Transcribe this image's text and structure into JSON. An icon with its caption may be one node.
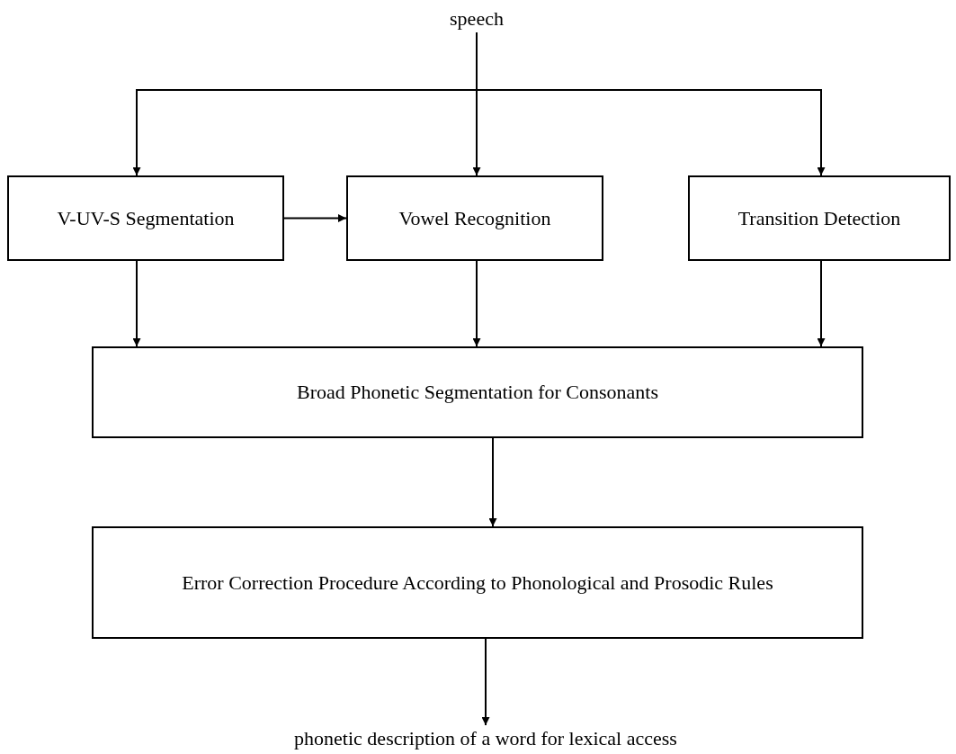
{
  "diagram": {
    "nodes": [
      {
        "text": [
          "speech"
        ]
      },
      {
        "text": [
          "V-UV-S Segmentation"
        ]
      },
      {
        "text": [
          "Vowel Recognition"
        ]
      },
      {
        "text": [
          "Transition Detection"
        ]
      },
      {
        "text": [
          "Broad Phonetic Segmentation for Consonants"
        ]
      },
      {
        "text": [
          "Error Correction Procedure According to Phonological and Prosodic Rules"
        ]
      },
      {
        "text": [
          "phonetic description of a word for lexical access"
        ]
      }
    ],
    "edges": [
      {
        "from": 0,
        "to": 1,
        "arrow": "to"
      },
      {
        "from": 0,
        "to": 2,
        "arrow": "to"
      },
      {
        "from": 0,
        "to": 3,
        "arrow": "to"
      },
      {
        "from": 1,
        "to": 2,
        "arrow": "to"
      },
      {
        "from": 1,
        "to": 4,
        "arrow": "to"
      },
      {
        "from": 2,
        "to": 4,
        "arrow": "to"
      },
      {
        "from": 3,
        "to": 4,
        "arrow": "to"
      },
      {
        "from": 4,
        "to": 5,
        "arrow": "to"
      },
      {
        "from": 5,
        "to": 6,
        "arrow": "to"
      }
    ]
  }
}
